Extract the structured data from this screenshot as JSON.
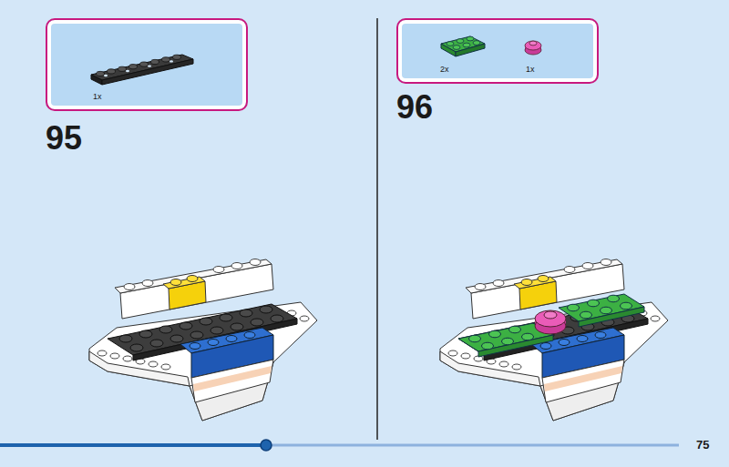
{
  "diagram": {
    "nodes": [
      {
        "text": [
          "1x"
        ]
      },
      {
        "text": [
          "2x",
          "1x"
        ]
      }
    ],
    "labels": [
      "95",
      "96",
      "75"
    ]
  }
}
